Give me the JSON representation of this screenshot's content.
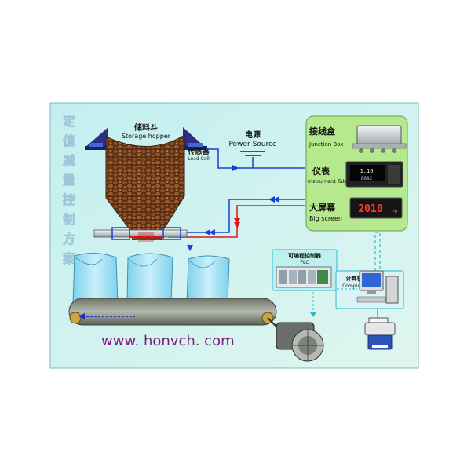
{
  "title_vertical": [
    "定",
    "值",
    "减",
    "量",
    "控",
    "制",
    "方",
    "案"
  ],
  "hopper": {
    "cn": "储料斗",
    "en": "Storage hopper"
  },
  "load_cell": {
    "cn": "传感器",
    "en": "Load Cell"
  },
  "power": {
    "cn": "电源",
    "en": "Power Source"
  },
  "panel": {
    "junction": {
      "cn": "接线盒",
      "en": "Junction Box"
    },
    "instrument": {
      "cn": "仪表",
      "en": "Instrument Table"
    },
    "screen": {
      "cn": "大屏幕",
      "en": "Big screen",
      "readout": "2010",
      "unit": "kg"
    }
  },
  "instrument_display": {
    "line1": "1.16",
    "line2": "8882"
  },
  "plc": {
    "cn": "可编程控制器",
    "en": "PLC"
  },
  "computer": {
    "cn": "计算机",
    "en": "Computer"
  },
  "website": "www. honvch. com",
  "colors": {
    "background": "#c6f0ef",
    "panel": "#b6e98e",
    "signal_blue": "#1a3fd6",
    "signal_red": "#d81818",
    "dashed_link": "#2fb8d8",
    "printer_link": "#39c43c"
  }
}
